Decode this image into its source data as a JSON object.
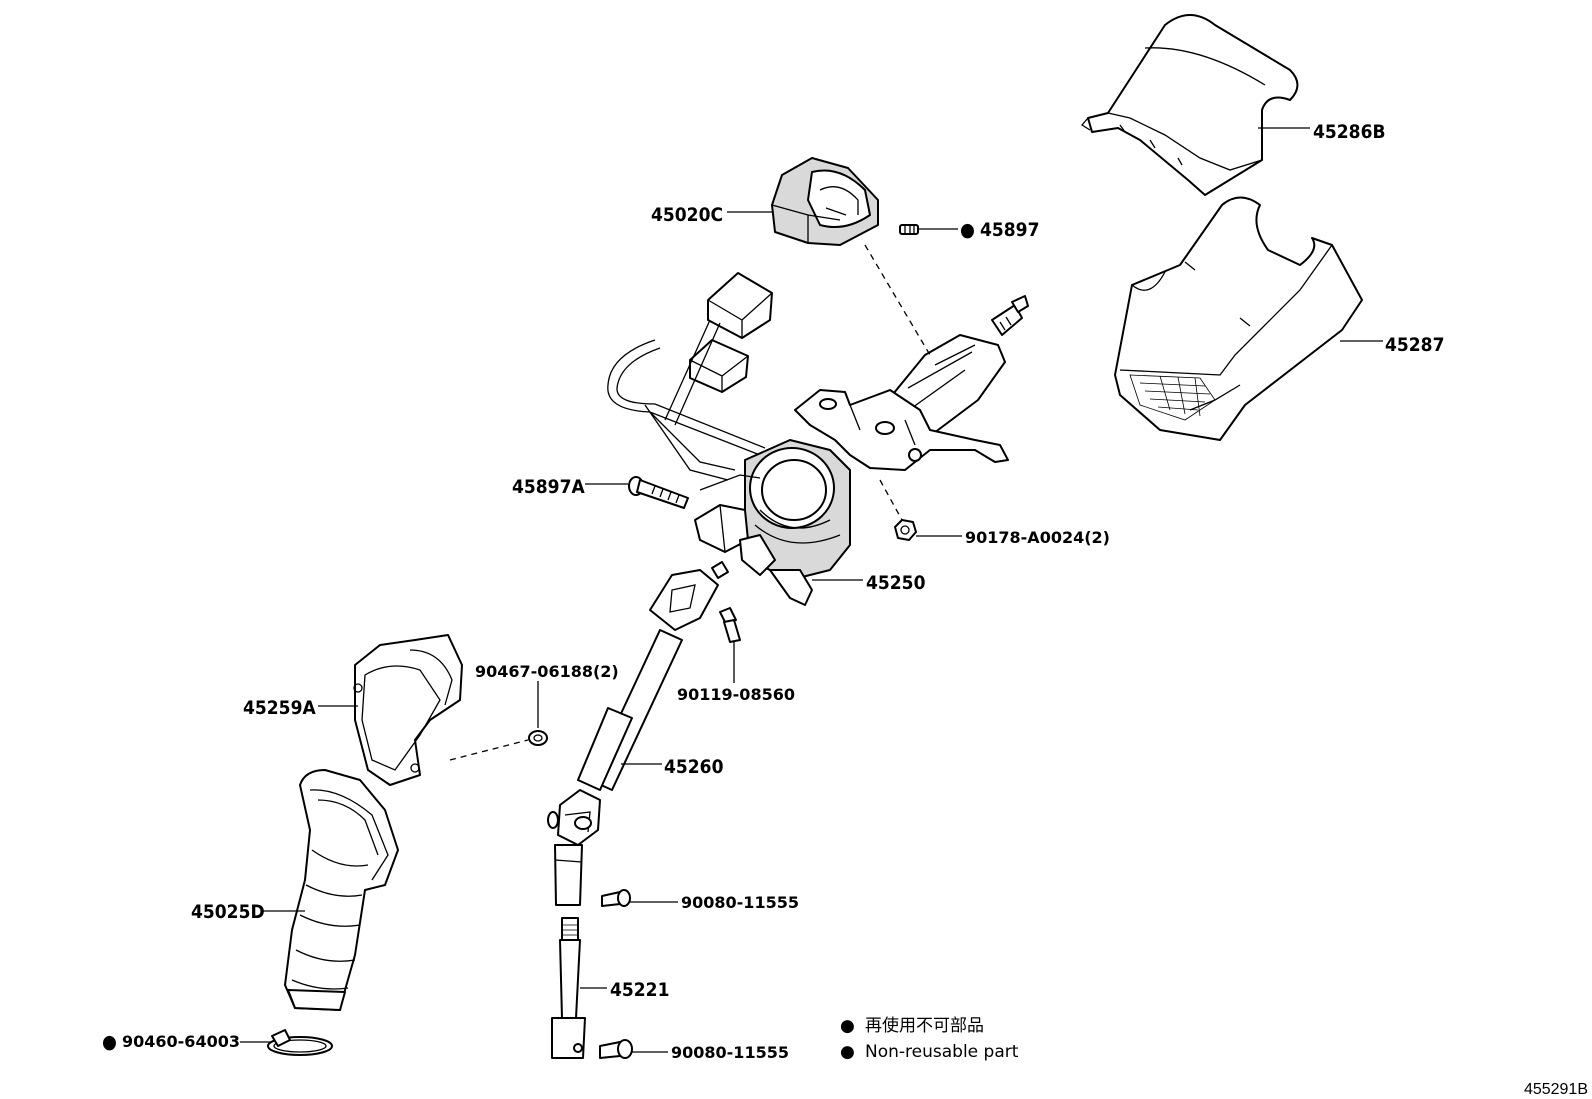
{
  "parts": [
    {
      "id": "45286B"
    },
    {
      "id": "45020C"
    },
    {
      "id": "45897",
      "marker": "●"
    },
    {
      "id": "45287"
    },
    {
      "id": "45897A"
    },
    {
      "id": "90178-A0024(2)"
    },
    {
      "id": "45250"
    },
    {
      "id": "90467-06188(2)"
    },
    {
      "id": "90119-08560"
    },
    {
      "id": "45259A"
    },
    {
      "id": "45260"
    },
    {
      "id": "45025D"
    },
    {
      "id": "90080-11555"
    },
    {
      "id": "45221"
    },
    {
      "id": "90460-64003",
      "marker": "●"
    },
    {
      "id": "90080-11555"
    }
  ],
  "legend": {
    "marker": "●",
    "line_jp": "再使用不可部品",
    "line_en": "Non-reusable part"
  },
  "diagram_id": "455291B"
}
